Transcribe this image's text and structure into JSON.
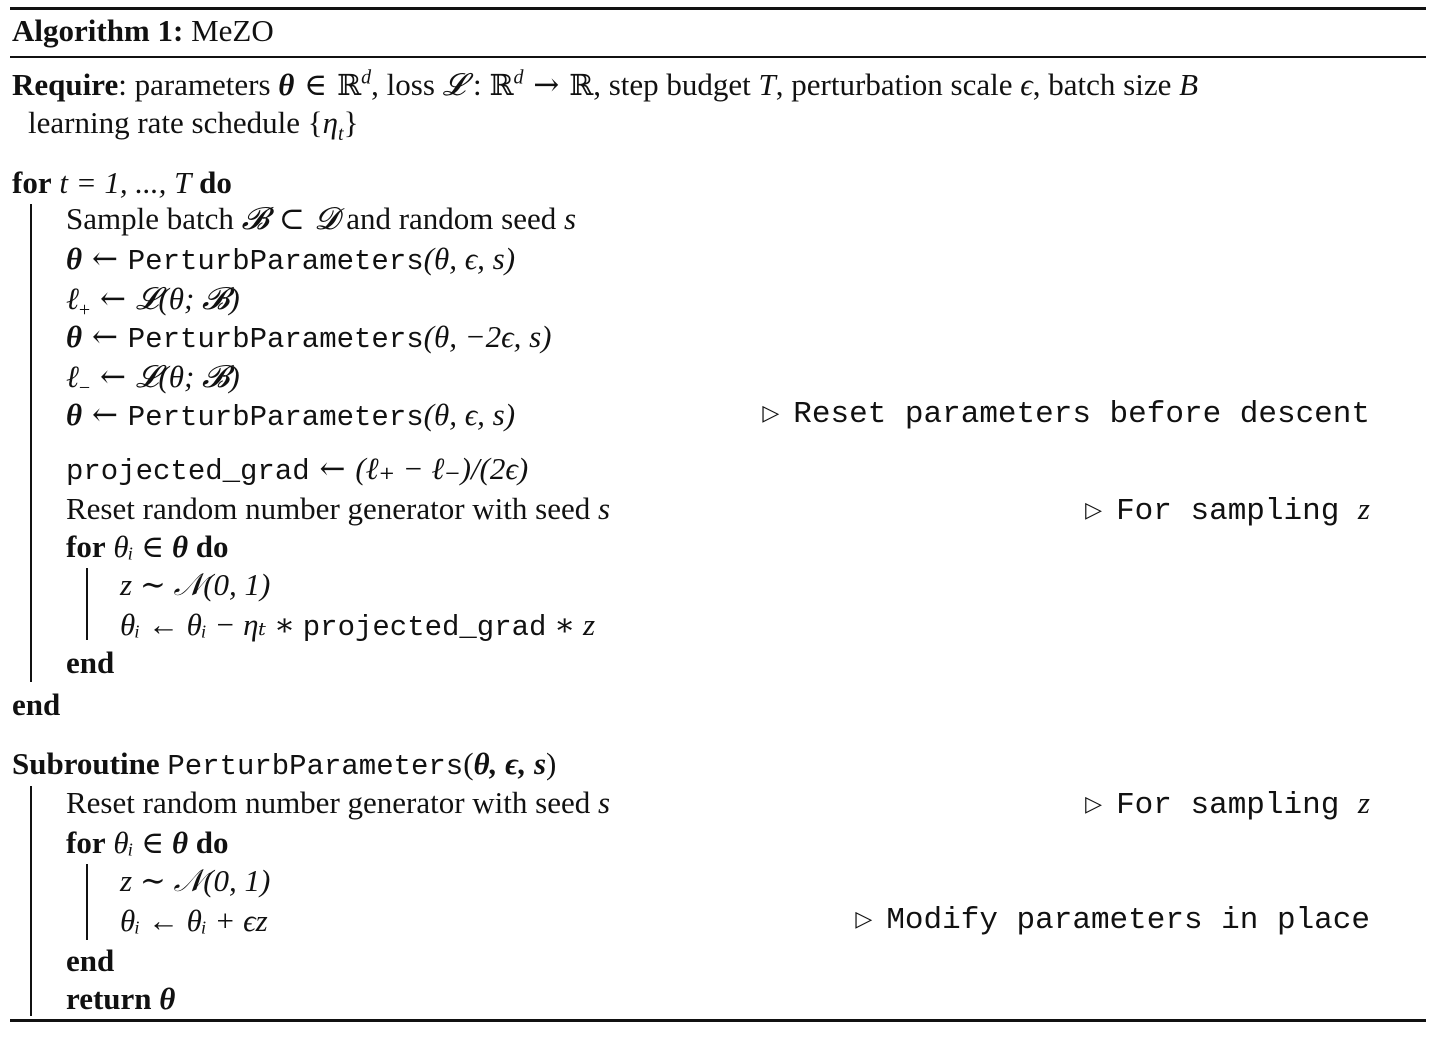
{
  "title": {
    "label": "Algorithm 1:",
    "name": "MeZO"
  },
  "require": {
    "label": "Require",
    "parts": [
      ": parameters ",
      "θ",
      " ∈ ",
      "ℝ",
      "d",
      ", loss ",
      "𝓛",
      " : ",
      "ℝ",
      "d",
      " → ",
      "ℝ",
      ", step budget ",
      "T",
      ", perturbation scale ",
      "ϵ",
      ", batch size ",
      "B"
    ],
    "line2": [
      "learning rate schedule ",
      "{",
      "η",
      "t",
      "}"
    ]
  },
  "main_loop": {
    "for_kw": "for",
    "for_expr": "t = 1, ..., T",
    "do_kw": "do",
    "sample_text": "Sample batch ",
    "sample_B": "𝓑",
    "sample_subset": " ⊂ ",
    "sample_D": "𝓓",
    "sample_rest": " and random seed ",
    "seed": "s",
    "theta": "θ",
    "arrow": " ← ",
    "perturb_fn": "PerturbParameters",
    "args_eps": "(θ, ϵ, s)",
    "args_neg2eps": "(θ, −2ϵ, s)",
    "lplus": "ℓ",
    "plus_sub": "+",
    "minus_sub": "−",
    "loss_call": "𝓛(θ; 𝓑)",
    "reset_comment": "Reset parameters before descent",
    "projected_grad": "projected_grad",
    "pg_expr": "(ℓ₊ − ℓ₋)/(2ϵ)",
    "rng_text": "Reset random number generator with seed ",
    "rng_comment": "For sampling ",
    "rng_comment_var": "z",
    "inner_for_kw": "for",
    "inner_for_expr": "θᵢ ∈ ",
    "inner_for_theta": "θ",
    "inner_do_kw": "do",
    "z_sample": "z ∼ 𝒩(0, 1)",
    "update_lhs": "θᵢ ← θᵢ − ηₜ ∗ ",
    "update_pg": "projected_grad",
    "update_tail": " ∗ z",
    "end_kw": "end"
  },
  "subroutine": {
    "label": "Subroutine",
    "name": "PerturbParameters",
    "sig_open": "(",
    "sig_args": "θ, ϵ, s",
    "sig_close": ")",
    "rng_text": "Reset random number generator with seed ",
    "rng_var": "s",
    "rng_comment": "For sampling ",
    "rng_comment_var": "z",
    "for_kw": "for",
    "for_expr": "θᵢ ∈ ",
    "for_theta": "θ",
    "do_kw": "do",
    "z_sample": "z ∼ 𝒩(0, 1)",
    "update": "θᵢ ← θᵢ + ϵz",
    "modify_comment": "Modify parameters in place",
    "end_kw": "end",
    "return_kw": "return",
    "return_val": "θ"
  },
  "triangle": "▷"
}
